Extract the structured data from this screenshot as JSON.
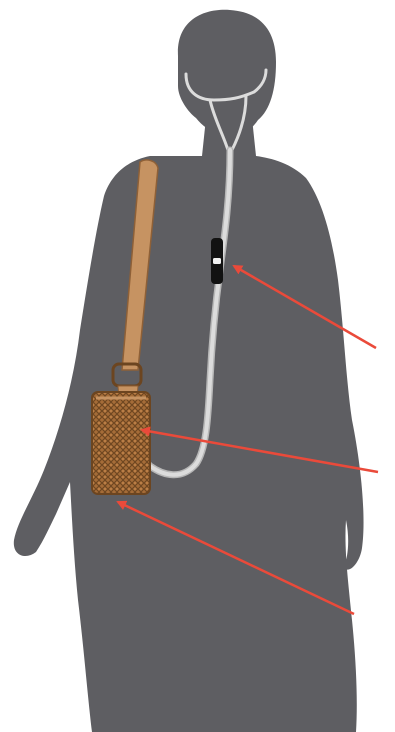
{
  "colors": {
    "background": "#ffffff",
    "silhouette": "#5e5e62",
    "tubing": "#dcdcdc",
    "tubing_outline": "#b7b7b7",
    "clip": "#121212",
    "strap": "#c69362",
    "strap_edge": "#8e6037",
    "pouch": "#a56c38",
    "pouch_dark": "#6c4520",
    "arrow": "#ea4a3a"
  },
  "icons": {
    "figure": "person-silhouette-icon",
    "bag": "shoulder-bag-icon",
    "clip": "tube-clip-icon",
    "arrow": "pointer-arrow-icon"
  },
  "callouts": [
    {
      "target": "tube-clip"
    },
    {
      "target": "pouch-tube-exit"
    },
    {
      "target": "pouch-bottom"
    }
  ]
}
